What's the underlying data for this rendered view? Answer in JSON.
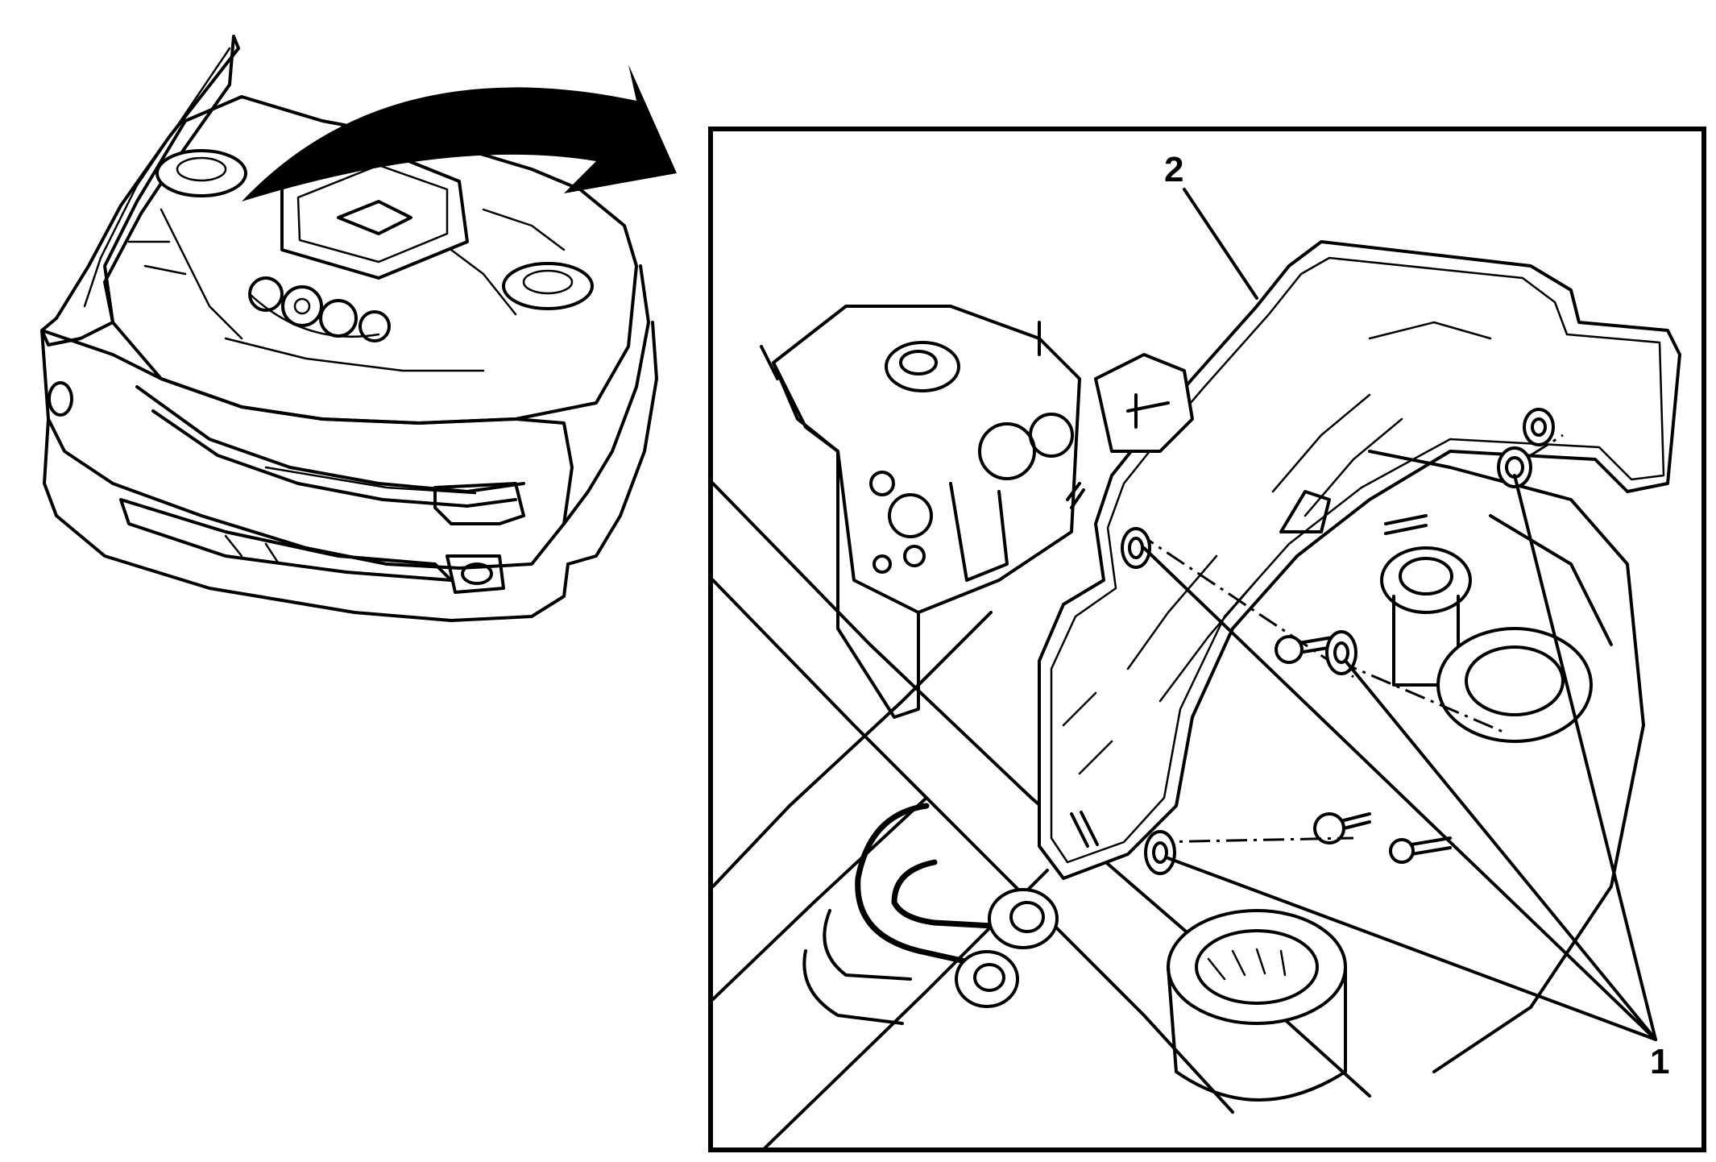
{
  "figure": {
    "callouts": [
      {
        "id": "1",
        "label": "1"
      },
      {
        "id": "2",
        "label": "2"
      }
    ],
    "colors": {
      "ink": "#000000",
      "paper": "#ffffff"
    }
  }
}
